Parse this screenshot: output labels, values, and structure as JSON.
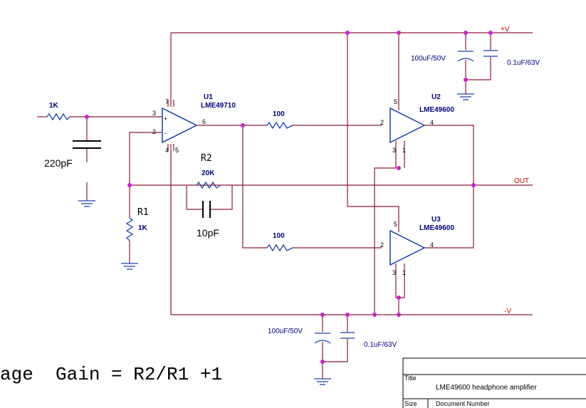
{
  "labels": {
    "r_in_value": "1K",
    "c_in_value": "220pF",
    "u1_ref": "U1",
    "u1_part": "LME49710",
    "r2_ref": "R2",
    "r2_value": "20K",
    "c_fb_value": "10pF",
    "r1_ref": "R1",
    "r1_value": "1K",
    "r_u2_value": "100",
    "r_u3_value": "100",
    "u2_ref": "U2",
    "u2_part": "LME49600",
    "u3_ref": "U3",
    "u3_part": "LME49600",
    "pos_rail": "+V",
    "neg_rail": "-V",
    "out": "OUT",
    "c_pos_elec": "100uF/50V",
    "c_pos_film": "0.1uF/63V",
    "c_neg_elec": "100uF/50V",
    "c_neg_film": "0.1uF/63V"
  },
  "pins": {
    "u1_p3": "3",
    "u1_p2": "2",
    "u1_p7": "7",
    "u1_p4": "4",
    "u1_p5": "5",
    "u1_p6": "6",
    "u1_plus": "+",
    "u1_minus": "-",
    "u2_p5": "5",
    "u2_p2": "2",
    "u2_p4": "4",
    "u2_p3": "3",
    "u2_p1": "1",
    "u3_p5": "5",
    "u3_p2": "2",
    "u3_p4": "4",
    "u3_p3": "3",
    "u3_p1": "1"
  },
  "gain_formula": "age  Gain = R2/R1 +1",
  "title_block": {
    "title_label": "Title",
    "title_value": "LME49600 headphone amplifier",
    "size_label": "Size",
    "docnum_label": "Document Number"
  },
  "colors": {
    "wire": "#8b1a3a",
    "component": "#1a3fb0",
    "junction": "#d020d0",
    "net_label": "#cc0000"
  }
}
